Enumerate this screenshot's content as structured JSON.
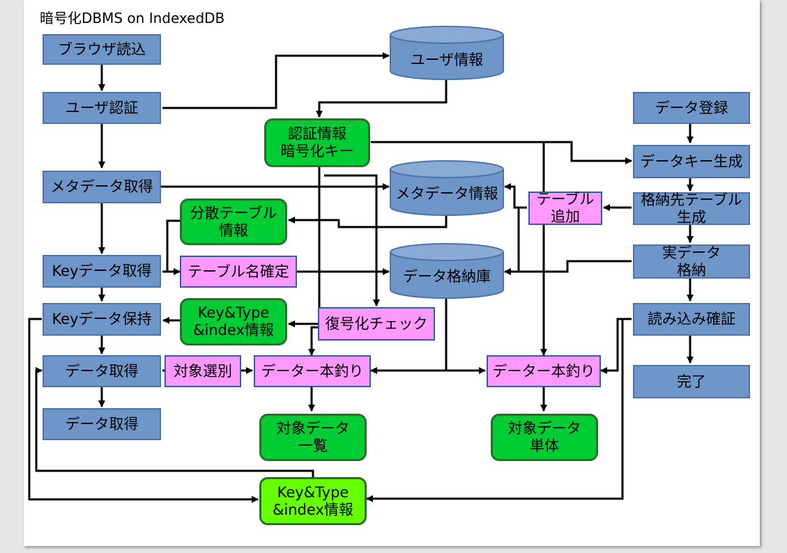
{
  "title": "暗号化DBMS on IndexedDB",
  "nodes": {
    "browser_load": "ブラウザ読込",
    "user_auth": "ユーザ認証",
    "meta_get": "メタデータ取得",
    "key_get": "Keyデータ取得",
    "key_hold": "Keyデータ保持",
    "data_get1": "データ取得",
    "data_get2": "データ取得",
    "user_info": "ユーザ情報",
    "auth_key": "認証情報\n暗号化キー",
    "meta_info": "メタデータ情報",
    "dist_table": "分散テーブル\n情報",
    "table_name": "テーブル名確定",
    "data_store": "データ格納庫",
    "kt_index_1": "Key&Type\n&index情報",
    "decrypt_check": "復号化チェック",
    "target_select": "対象選別",
    "fishing_1": "データー本釣り",
    "target_list": "対象データ\n一覧",
    "kt_index_2": "Key&Type\n&index情報",
    "fishing_2": "データー本釣り",
    "target_single": "対象データ\n単体",
    "table_add": "テーブル\n追加",
    "data_register": "データ登録",
    "datakey_gen": "データキー生成",
    "store_table_gen": "格納先テーブル\n生成",
    "real_store": "実データ\n格納",
    "read_verify": "読み込み確証",
    "done": "完了"
  },
  "colors": {
    "process": "#6f96c9",
    "storage": "#6f96c9",
    "info": "#00cc33",
    "info_highlight": "#66ff00",
    "step": "#ff99ff"
  }
}
